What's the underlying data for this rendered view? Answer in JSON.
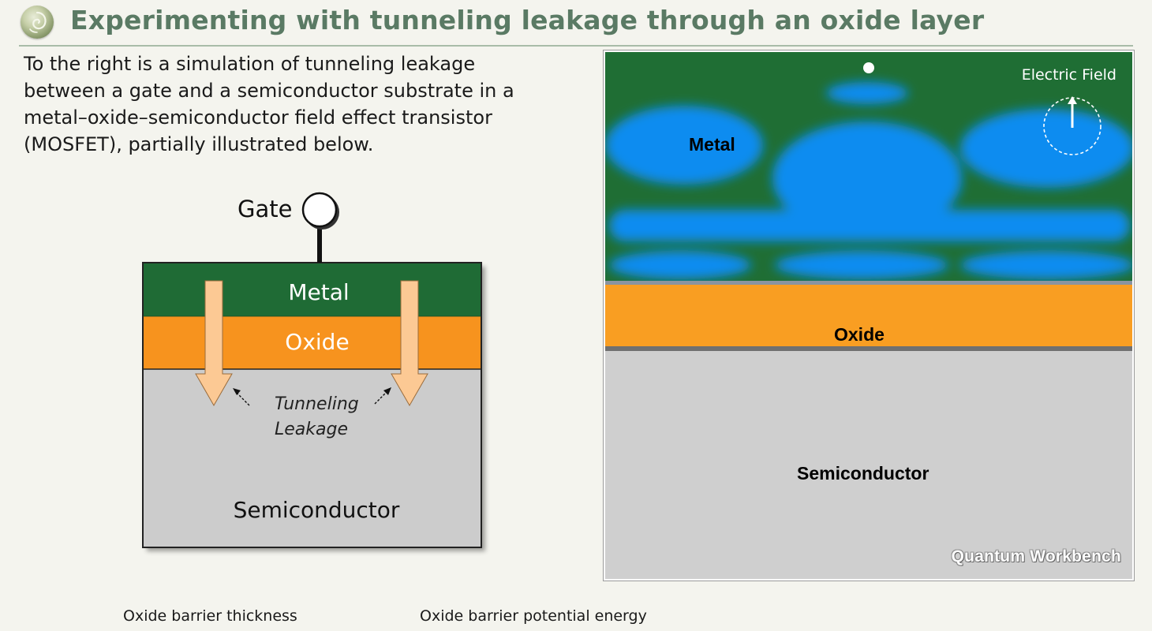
{
  "header": {
    "logo_icon": "spiral-shell-icon",
    "title": "Experimenting with tunneling leakage through an oxide layer"
  },
  "intro": {
    "lines": [
      "To the right is a simulation of tunneling leakage",
      "between a gate and a semiconductor substrate in a",
      "metal–oxide–semiconductor field effect transistor",
      "(MOSFET), partially illustrated below."
    ]
  },
  "diagram": {
    "gate_label": "Gate",
    "metal_label": "Metal",
    "oxide_label": "Oxide",
    "leakage_label_line1": "Tunneling",
    "leakage_label_line2": "Leakage",
    "semiconductor_label": "Semiconductor",
    "colors": {
      "metal": "#1f6b35",
      "oxide": "#f7931e",
      "semiconductor": "#cccccc",
      "arrow": "#fcc994"
    }
  },
  "simulation": {
    "metal_label": "Metal",
    "oxide_label": "Oxide",
    "semiconductor_label": "Semiconductor",
    "field_label": "Electric Field",
    "field_icon": "arrow-up-icon",
    "watermark": "Quantum Workbench",
    "colors": {
      "metal": "#1f6e34",
      "wave": "#0a8cf0",
      "oxide": "#f99e22",
      "semiconductor": "#cfcfcf"
    }
  },
  "controls": {
    "thickness_label": "Oxide barrier thickness",
    "potential_label": "Oxide barrier potential energy"
  }
}
